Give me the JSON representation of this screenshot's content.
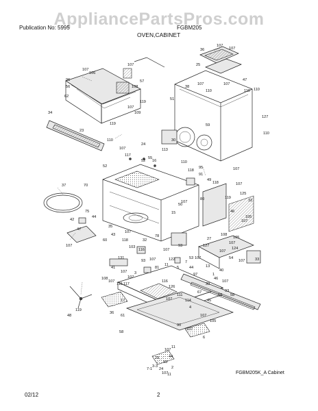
{
  "watermark": "AppliancePartsPros.com",
  "header": {
    "left_text": "Publication No: 5995",
    "right_text": "FGBM205",
    "section_title": "OVEN,CABINET"
  },
  "diagram": {
    "caption": "FGBM205K_A Cabinet",
    "part_labels": [
      "107",
      "36",
      "107",
      "25",
      "38",
      "107",
      "106",
      "107",
      "57",
      "108",
      "107",
      "110",
      "119",
      "47",
      "107",
      "110",
      "56",
      "110",
      "127",
      "34",
      "119",
      "23",
      "107",
      "51",
      "96",
      "30",
      "109",
      "59",
      "110",
      "62",
      "52",
      "95",
      "24",
      "110",
      "55",
      "113",
      "117",
      "107",
      "110",
      "118",
      "91",
      "107",
      "49",
      "107",
      "125",
      "70",
      "37",
      "118",
      "107",
      "119",
      "80",
      "32",
      "105",
      "42",
      "46",
      "107",
      "75",
      "47",
      "44",
      "35",
      "43",
      "60",
      "107",
      "118",
      "103",
      "108",
      "105",
      "107",
      "131",
      "41",
      "116",
      "107",
      "32",
      "93",
      "81",
      "122",
      "53",
      "44",
      "107",
      "107",
      "107",
      "107",
      "93",
      "107",
      "127",
      "27",
      "107",
      "124",
      "50",
      "15",
      "11",
      "5",
      "7",
      "97",
      "13",
      "1",
      "40",
      "54",
      "107",
      "33",
      "39",
      "46",
      "107",
      "93",
      "63",
      "58",
      "116",
      "126",
      "78",
      "108",
      "3",
      "107",
      "115",
      "117",
      "52",
      "16",
      "17",
      "107",
      "111",
      "114",
      "67",
      "45",
      "4",
      "107",
      "105",
      "48",
      "61",
      "119",
      "90",
      "107",
      "58",
      "36",
      "11",
      "6",
      "29",
      "44",
      "107",
      "93",
      "107",
      "3-3",
      "7-1",
      "24",
      "11",
      "2"
    ]
  },
  "footer": {
    "date": "02/12",
    "page_number": "2"
  }
}
